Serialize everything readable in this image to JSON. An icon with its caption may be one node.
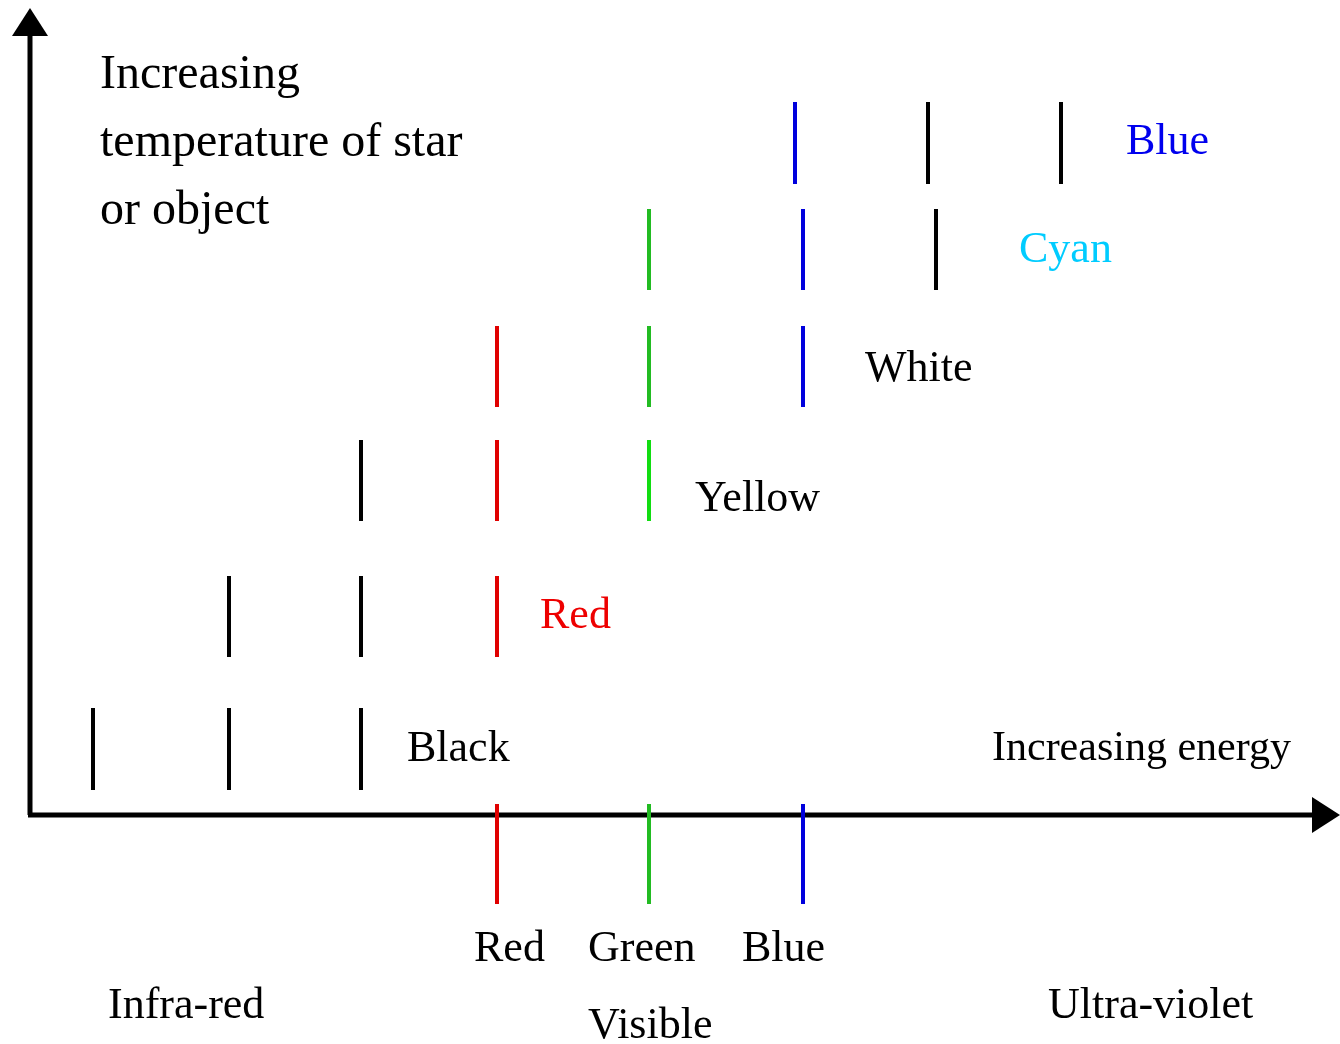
{
  "diagram": {
    "labels": [
      "Increasing temperature of star or object",
      "Blue",
      "Cyan",
      "White",
      "Yellow",
      "Red",
      "Black",
      "Increasing energy",
      "Red",
      "Green",
      "Blue",
      "Infra-red",
      "Ultra-violet",
      "Visible"
    ]
  }
}
